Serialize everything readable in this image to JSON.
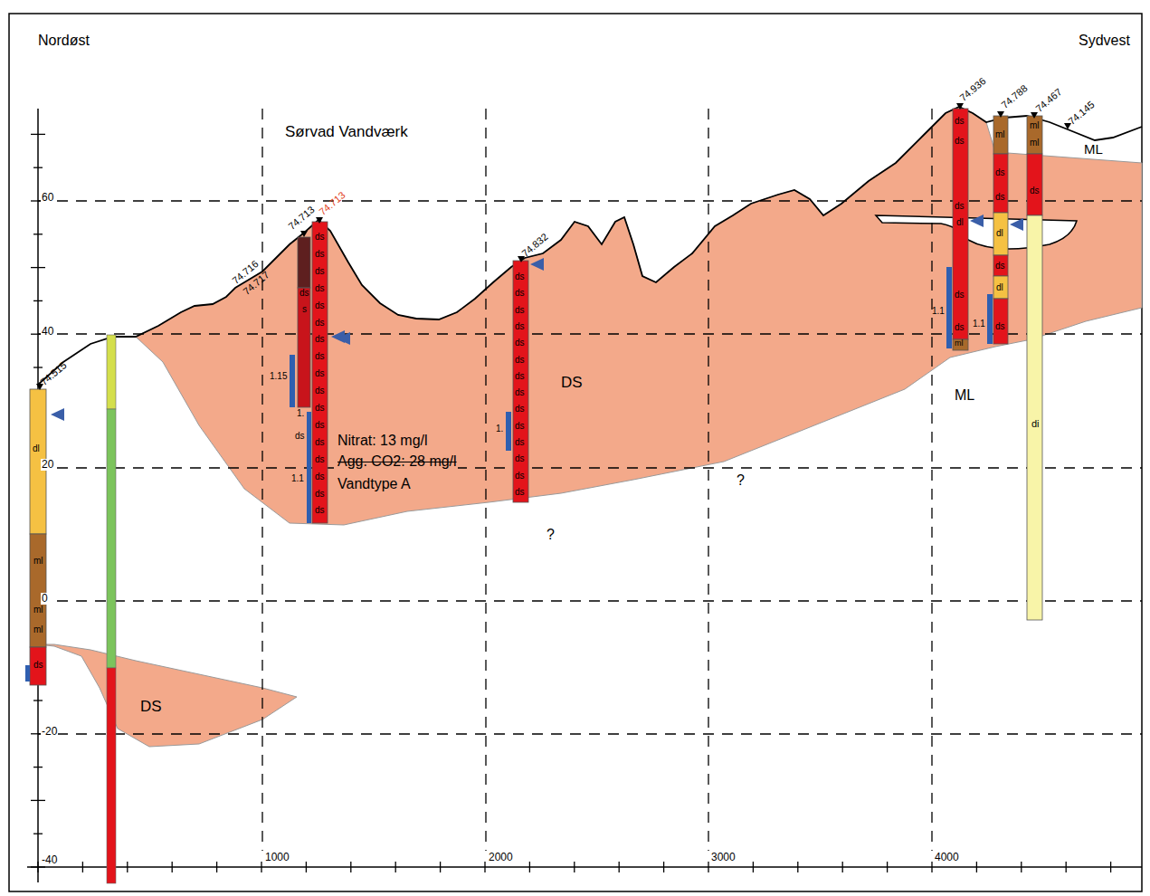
{
  "diagram": {
    "labels": [
      "Nordøst",
      "Sydvest",
      "Sørvad Vandværk",
      "60",
      "40",
      "20",
      "0",
      "-20",
      "-40",
      "1000",
      "2000",
      "3000",
      "4000",
      "74.515",
      "74.716",
      "74.717",
      "74.713",
      "74.713",
      "74.832",
      "74.936",
      "74.788",
      "74.467",
      "74.145",
      "DS",
      "Nitrat: 13 mg/l",
      "Agg. CO2: 28 mg/l",
      "Vandtype A",
      "?",
      "?",
      "ML",
      "ML",
      "DS",
      "dl",
      "ml",
      "ml",
      "ml",
      "ds",
      "ds",
      "s",
      "1.15",
      "1.",
      "ds",
      "1.1",
      "ds",
      "ds",
      "ds",
      "ds",
      "ds",
      "ds",
      "ds",
      "ds",
      "ds",
      "ds",
      "ds",
      "ds",
      "ds",
      "ds",
      "ds",
      "ds",
      "ds",
      "ds",
      "ds",
      "ds",
      "ds",
      "ds",
      "ds",
      "ds",
      "ds",
      "ds",
      "ds",
      "ds",
      "ds",
      "ds",
      "ds",
      "1.",
      "ds",
      "ds",
      "ds",
      "dl",
      "ds",
      "1.1",
      "ds",
      "ml",
      "ml",
      "ds",
      "ds",
      "dl",
      "ds",
      "dl",
      "1.1",
      "ds",
      "ml",
      "ml",
      "ds",
      "di"
    ]
  }
}
